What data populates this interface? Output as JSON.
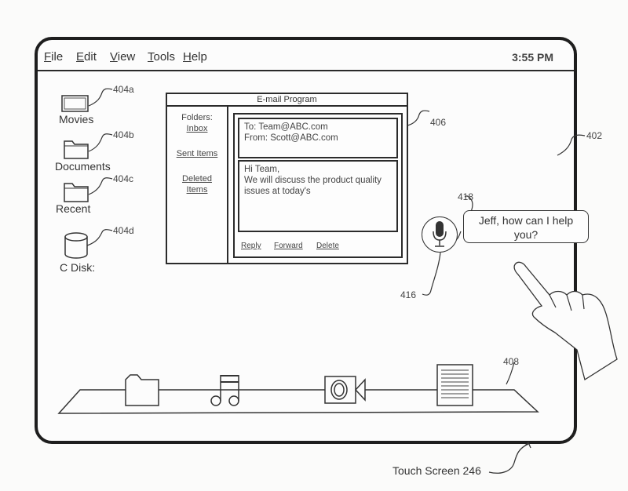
{
  "menubar": {
    "items": [
      {
        "label": "File",
        "mnemonic": "F",
        "rest": "ile"
      },
      {
        "label": "Edit",
        "mnemonic": "E",
        "rest": "dit"
      },
      {
        "label": "View",
        "mnemonic": "V",
        "rest": "iew"
      },
      {
        "label": "Tools",
        "mnemonic": "T",
        "rest": "ools"
      },
      {
        "label": "Help",
        "mnemonic": "H",
        "rest": "elp"
      }
    ],
    "clock": "3:55 PM"
  },
  "desktop": {
    "icons": [
      {
        "label": "Movies",
        "icon": "film-icon",
        "ref": "404a"
      },
      {
        "label": "Documents",
        "icon": "folder-icon",
        "ref": "404b"
      },
      {
        "label": "Recent",
        "icon": "folder-icon",
        "ref": "404c"
      },
      {
        "label": "C Disk:",
        "icon": "disk-icon",
        "ref": "404d"
      }
    ],
    "ref": "402"
  },
  "email_window": {
    "title": "E-mail Program",
    "ref": "406",
    "folders_label": "Folders:",
    "folders": [
      "Inbox",
      "Sent Items",
      "Deleted",
      "Items"
    ],
    "to": "To: Team@ABC.com",
    "from": "From: Scott@ABC.com",
    "body_lines": [
      "Hi Team,",
      "We will discuss the product quality",
      "issues at today's"
    ],
    "actions": [
      "Reply",
      "Forward",
      "Delete"
    ]
  },
  "assistant": {
    "mic_ref": "416",
    "bubble_ref": "418",
    "bubble_lines": [
      "Jeff, how can I help",
      "you?"
    ]
  },
  "dock": {
    "ref": "408",
    "items": [
      "folder-icon",
      "music-icon",
      "video-camera-icon",
      "document-icon"
    ]
  },
  "caption": "Touch Screen 246"
}
